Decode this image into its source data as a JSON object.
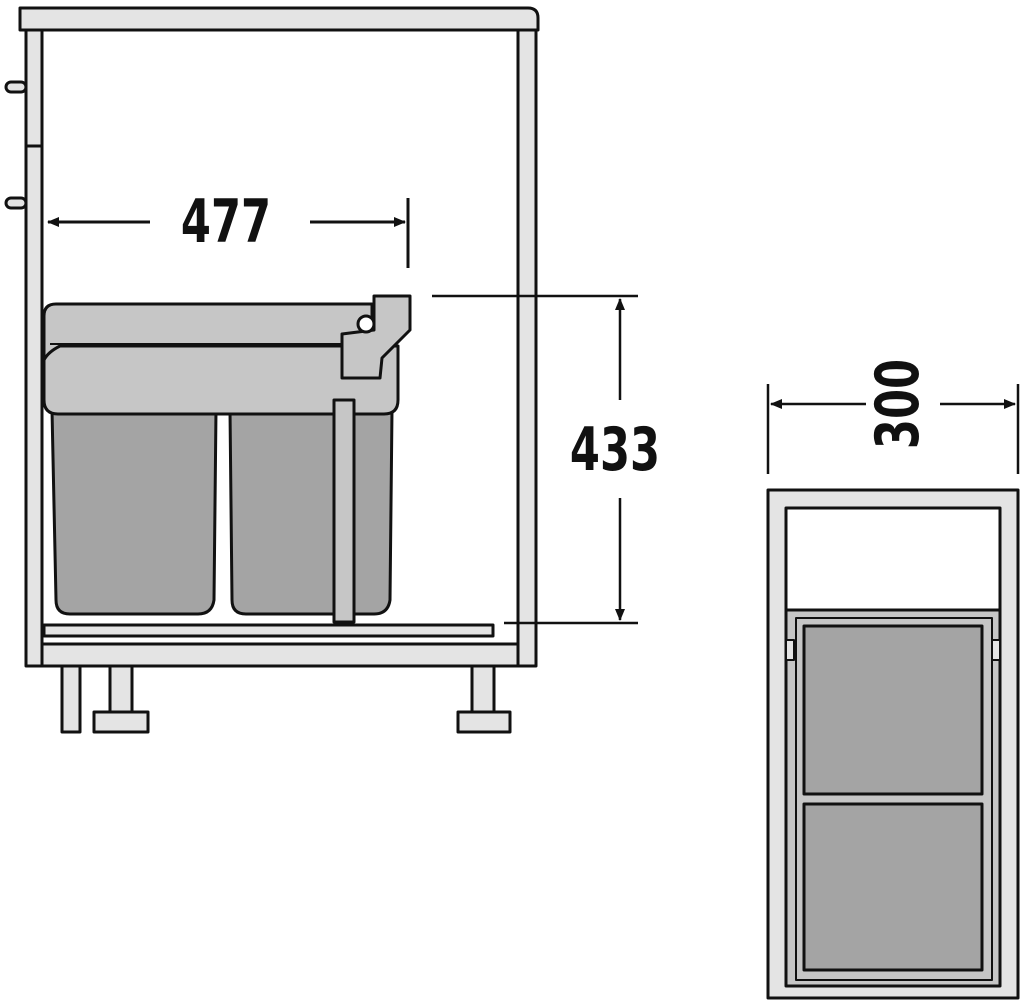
{
  "dimensions": {
    "width_label": "477",
    "height_label": "433",
    "cabinet_width_label": "300"
  },
  "colors": {
    "outline": "#111111",
    "cabinet_fill": "#e4e4e4",
    "bin_fill": "#a4a4a4",
    "lid_fill": "#c6c6c6",
    "background": "#ffffff"
  }
}
